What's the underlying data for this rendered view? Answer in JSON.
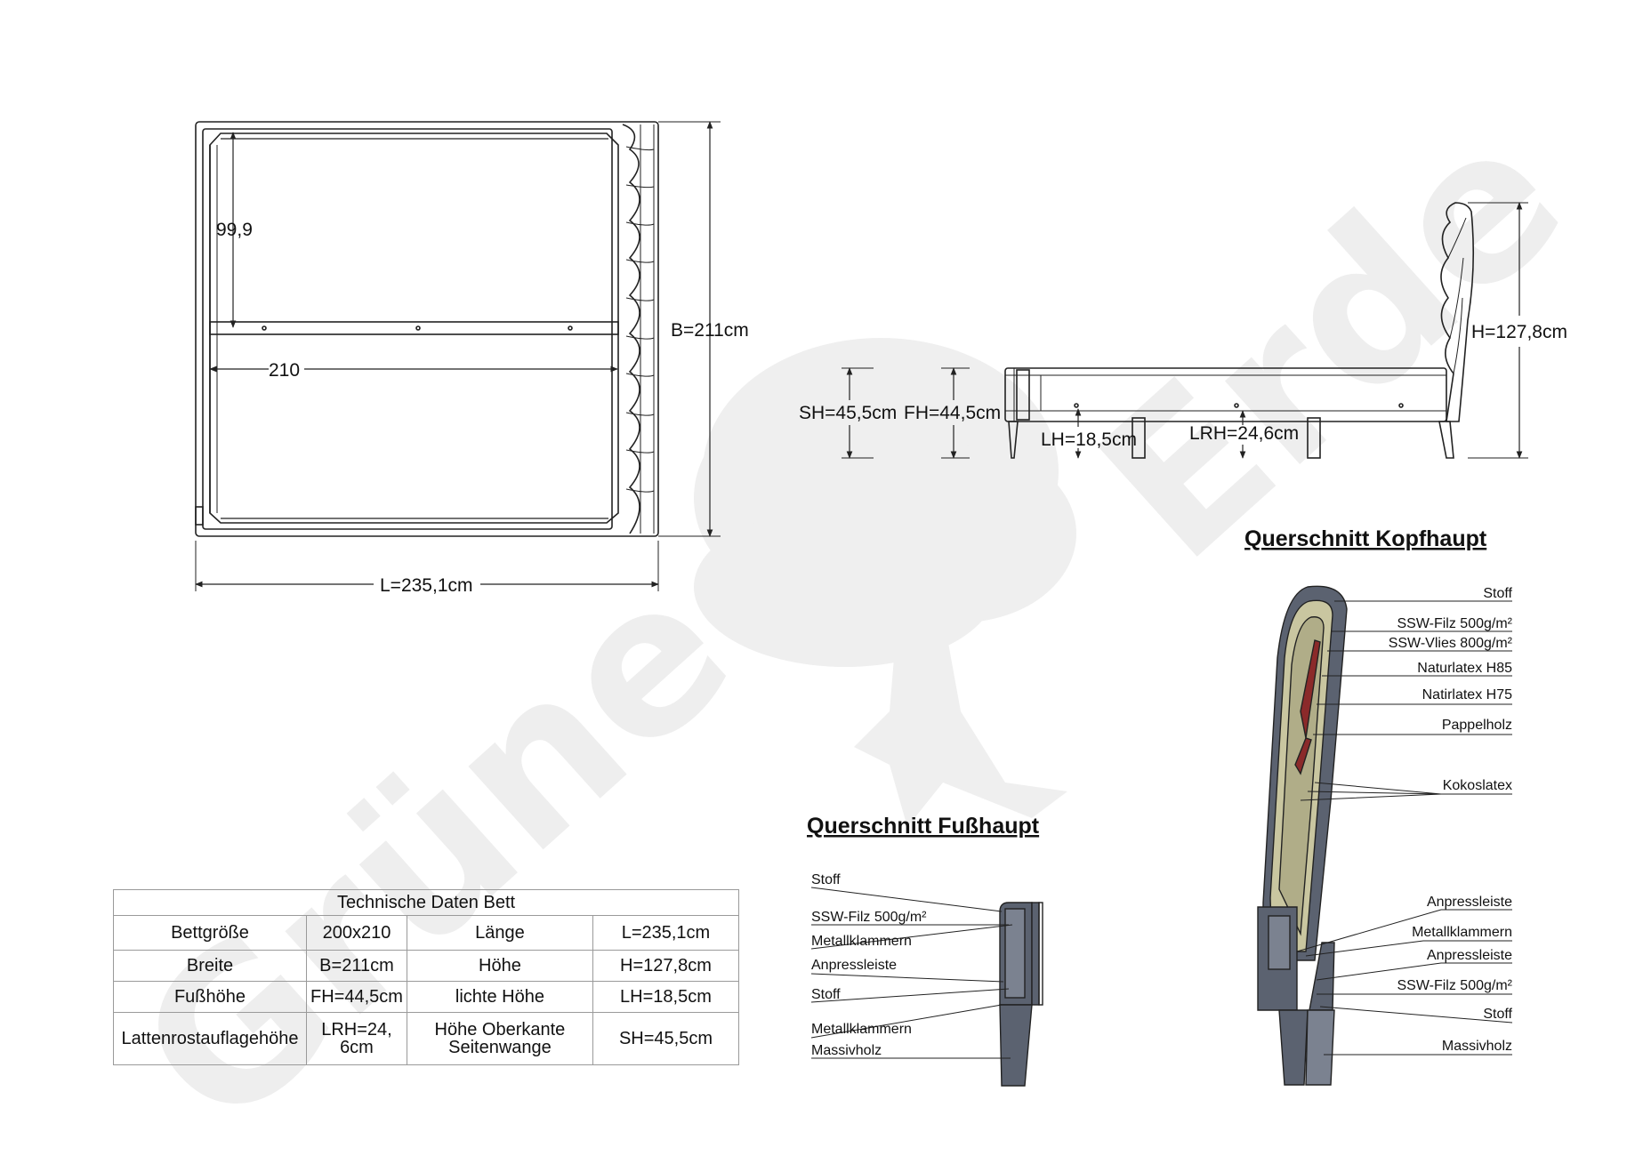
{
  "watermark": {
    "text_left": "Grüne",
    "text_right": "Erde"
  },
  "top_view": {
    "inner_width": "99,9",
    "inner_length": "210",
    "width_total": "B=211cm",
    "length_total": "L=235,1cm"
  },
  "side_view": {
    "sh": "SH=45,5cm",
    "fh": "FH=44,5cm",
    "lh": "LH=18,5cm",
    "lrh": "LRH=24,6cm",
    "h": "H=127,8cm"
  },
  "headboard_section": {
    "title": "Querschnitt Kopfhaupt",
    "labels": [
      "Stoff",
      "SSW-Filz 500g/m²",
      "SSW-Vlies 800g/m²",
      "Naturlatex H85",
      "Natirlatex H75",
      "Pappelholz",
      "Kokoslatex",
      "Anpressleiste",
      "Metallklammern",
      "Anpressleiste",
      "SSW-Filz 500g/m²",
      "Stoff",
      "Massivholz"
    ]
  },
  "footboard_section": {
    "title": "Querschnitt Fußhaupt",
    "labels": [
      "Stoff",
      "SSW-Filz 500g/m²",
      "Metallklammern",
      "Anpressleiste",
      "Stoff",
      "Metallklammern",
      "Massivholz"
    ]
  },
  "tech_table": {
    "caption": "Technische Daten Bett",
    "rows": [
      [
        "Bettgröße",
        "200x210",
        "Länge",
        "L=235,1cm"
      ],
      [
        "Breite",
        "B=211cm",
        "Höhe",
        "H=127,8cm"
      ],
      [
        "Fußhöhe",
        "FH=44,5cm",
        "lichte Höhe",
        "LH=18,5cm"
      ],
      [
        "Lattenrostauflagehöhe",
        "LRH=24, 6cm",
        "Höhe Oberkante Seitenwange",
        "SH=45,5cm"
      ]
    ]
  },
  "colors": {
    "line": "#222222",
    "fabric": "#5b6270",
    "latex": "#c9c6a0",
    "wood_red": "#8b2a2a",
    "watermark": "#eeeeee"
  }
}
